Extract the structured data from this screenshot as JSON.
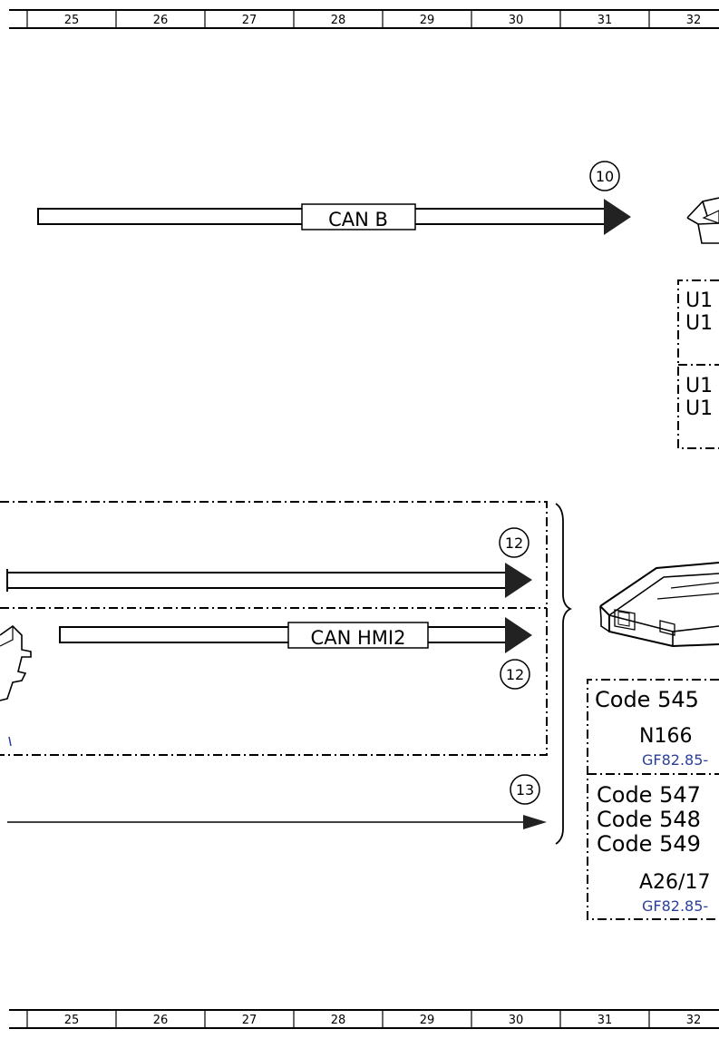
{
  "ruler": {
    "top": [
      "25",
      "26",
      "27",
      "28",
      "29",
      "30",
      "31",
      "32"
    ],
    "bottom": [
      "25",
      "26",
      "27",
      "28",
      "29",
      "30",
      "31",
      "32"
    ]
  },
  "buses": {
    "can_b": {
      "label": "CAN B",
      "ref": "10"
    },
    "upper_line_ref": "12",
    "can_hmi2": {
      "label": "CAN HMI2",
      "ref": "12"
    },
    "lower_line_ref": "13"
  },
  "upper_box": {
    "lines": [
      "U1",
      "U1",
      "U1",
      "U1"
    ]
  },
  "lower_box": {
    "top": {
      "code": "Code 545",
      "component": "N166",
      "ref": "GF82.85-"
    },
    "bottom": {
      "codes": [
        "Code 547",
        "Code 548",
        "Code 549"
      ],
      "component": "A26/17",
      "ref": "GF82.85-"
    }
  }
}
